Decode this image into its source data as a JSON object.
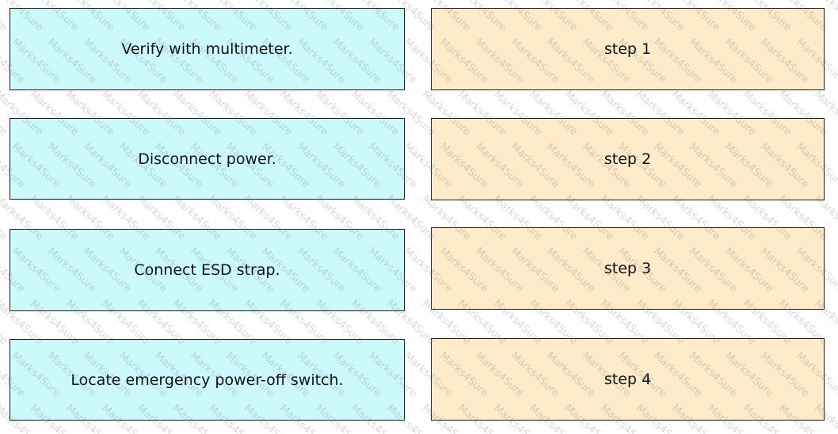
{
  "items": [
    {
      "label": "Verify with multimeter."
    },
    {
      "label": "Disconnect power."
    },
    {
      "label": "Connect ESD strap."
    },
    {
      "label": "Locate emergency power-off switch."
    }
  ],
  "targets": [
    {
      "label": "step 1"
    },
    {
      "label": "step 2"
    },
    {
      "label": "step 3"
    },
    {
      "label": "step 4"
    }
  ],
  "watermark": {
    "text": "Marks4Sure"
  },
  "colors": {
    "item_fill": "#ccf9fc",
    "target_fill": "#fdebc9",
    "border": "#1a1a1a"
  }
}
